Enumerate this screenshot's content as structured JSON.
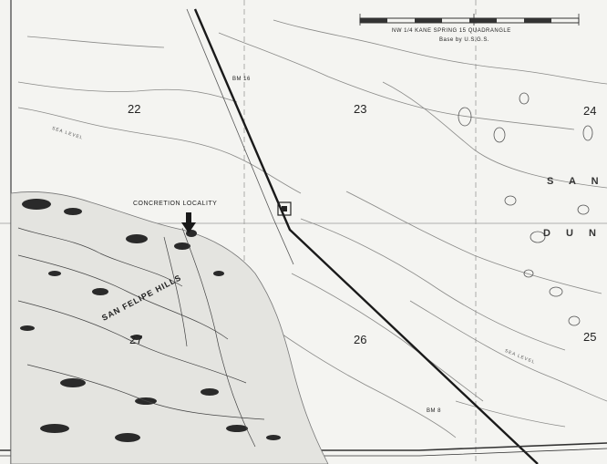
{
  "map": {
    "quadrangle_label": "NW 1/4 KANE SPRING 15 QUADRANGLE",
    "base_label": "Base by U.S.G.S.",
    "concretion_label": "CONCRETION LOCALITY",
    "hills_label": "SAN FELIPE HILLS",
    "sand_dunes": [
      "S A N D",
      "D U N E S"
    ],
    "sections": [
      "22",
      "23",
      "24",
      "27",
      "26",
      "25"
    ],
    "bench_marks": [
      "BM 16",
      "BM 8"
    ],
    "sea_level_labels": [
      "SEA LEVEL",
      "SEA LEVEL"
    ],
    "colors": {
      "paper": "#f4f4f1",
      "ink": "#222222",
      "contour": "#8a8a88"
    }
  }
}
